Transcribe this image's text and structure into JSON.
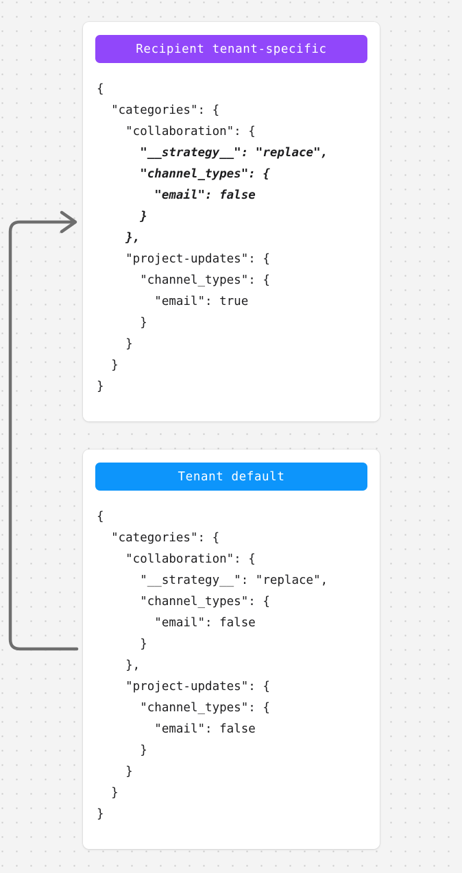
{
  "page": {
    "background_color": "#f4f4f4",
    "dot_color": "#c9c9c9"
  },
  "connector": {
    "name": "tenant-default-to-recipient-arrow",
    "direction": "up-then-right",
    "color": "#6e6e6e",
    "head": "chevron-arrowhead"
  },
  "cards": [
    {
      "id": "recipient",
      "badge_label": "Recipient tenant-specific",
      "badge_color": "#9147fa",
      "code_lines": [
        {
          "text": "{",
          "highlight": false
        },
        {
          "text": "  \"categories\": {",
          "highlight": false
        },
        {
          "text": "    \"collaboration\": {",
          "highlight": false
        },
        {
          "text": "      \"__strategy__\": \"replace\",",
          "highlight": true
        },
        {
          "text": "      \"channel_types\": {",
          "highlight": true
        },
        {
          "text": "        \"email\": false",
          "highlight": true
        },
        {
          "text": "      }",
          "highlight": true
        },
        {
          "text": "    },",
          "highlight": true
        },
        {
          "text": "    \"project-updates\": {",
          "highlight": false
        },
        {
          "text": "      \"channel_types\": {",
          "highlight": false
        },
        {
          "text": "        \"email\": true",
          "highlight": false
        },
        {
          "text": "      }",
          "highlight": false
        },
        {
          "text": "    }",
          "highlight": false
        },
        {
          "text": "  }",
          "highlight": false
        },
        {
          "text": "}",
          "highlight": false
        }
      ]
    },
    {
      "id": "tenant",
      "badge_label": "Tenant default",
      "badge_color": "#0d95fb",
      "code_lines": [
        {
          "text": "{",
          "highlight": false
        },
        {
          "text": "  \"categories\": {",
          "highlight": false
        },
        {
          "text": "    \"collaboration\": {",
          "highlight": false
        },
        {
          "text": "      \"__strategy__\": \"replace\",",
          "highlight": false
        },
        {
          "text": "      \"channel_types\": {",
          "highlight": false
        },
        {
          "text": "        \"email\": false",
          "highlight": false
        },
        {
          "text": "      }",
          "highlight": false
        },
        {
          "text": "    },",
          "highlight": false
        },
        {
          "text": "    \"project-updates\": {",
          "highlight": false
        },
        {
          "text": "      \"channel_types\": {",
          "highlight": false
        },
        {
          "text": "        \"email\": false",
          "highlight": false
        },
        {
          "text": "      }",
          "highlight": false
        },
        {
          "text": "    }",
          "highlight": false
        },
        {
          "text": "  }",
          "highlight": false
        },
        {
          "text": "}",
          "highlight": false
        }
      ]
    }
  ]
}
